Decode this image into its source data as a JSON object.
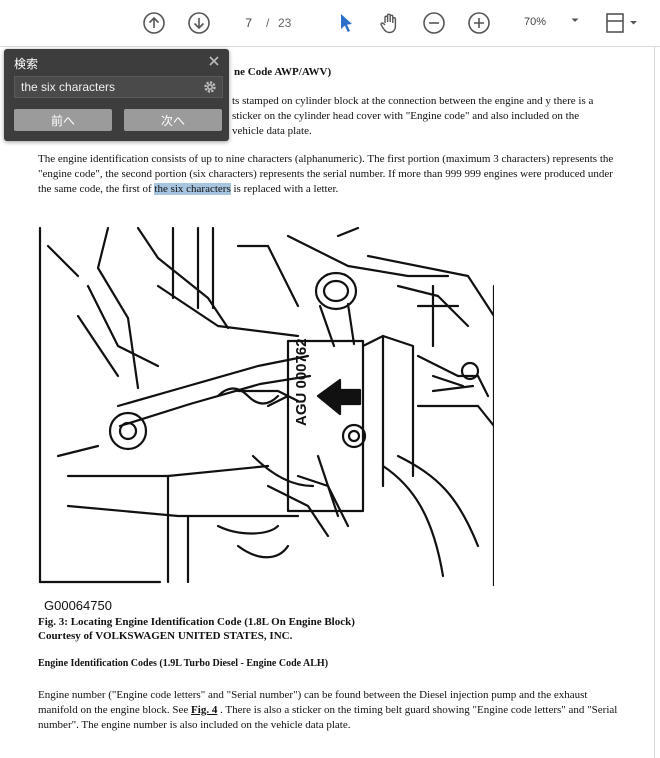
{
  "toolbar": {
    "page_current": "7",
    "page_separator": "/",
    "page_total": "23",
    "zoom": "70%"
  },
  "search": {
    "title": "検索",
    "value": "the six characters",
    "prev_label": "前へ",
    "next_label": "次へ"
  },
  "doc": {
    "heading1": "ne Code AWP/AWV)",
    "para1": "ts stamped on cylinder block at the connection between the engine and y there is a sticker on the cylinder head cover with \"Engine code\" and also included on the vehicle data plate.",
    "para2_before": "The engine identification consists of up to nine characters (alphanumeric). The first portion (maximum 3 characters) represents the \"engine code\", the second portion (six characters) represents the serial number. If more than 999 999 engines were produced under the same code, the first of ",
    "para2_highlight": "the six characters",
    "para2_after": " is replaced with a letter.",
    "figure_label": "AGU 000762",
    "figure_id": "G00064750",
    "fig_caption": "Fig. 3: Locating Engine Identification Code (1.8L    On Engine Block)",
    "fig_courtesy": "Courtesy of VOLKSWAGEN UNITED STATES, INC.",
    "heading2": "Engine Identification Codes (1.9L Turbo Diesel - Engine Code ALH)",
    "para3_before": "Engine number (\"Engine code letters\" and \"Serial number\") can be found between the Diesel injection pump and the exhaust manifold on the engine block. See ",
    "para3_link": "Fig. 4",
    "para3_after": " . There is also a sticker on the timing belt guard showing \"Engine code letters\" and \"Serial number\". The engine number is also included on the vehicle data plate."
  },
  "colors": {
    "highlight": "#a8c5e0",
    "select_tool": "#2a6fc9",
    "search_panel": "#3d3d3d"
  },
  "icons": [
    "arrow-up-circle-icon",
    "arrow-down-circle-icon",
    "select-cursor-icon",
    "hand-icon",
    "zoom-out-icon",
    "zoom-in-icon",
    "chevron-down-icon",
    "fit-page-icon",
    "close-icon",
    "gear-icon"
  ]
}
